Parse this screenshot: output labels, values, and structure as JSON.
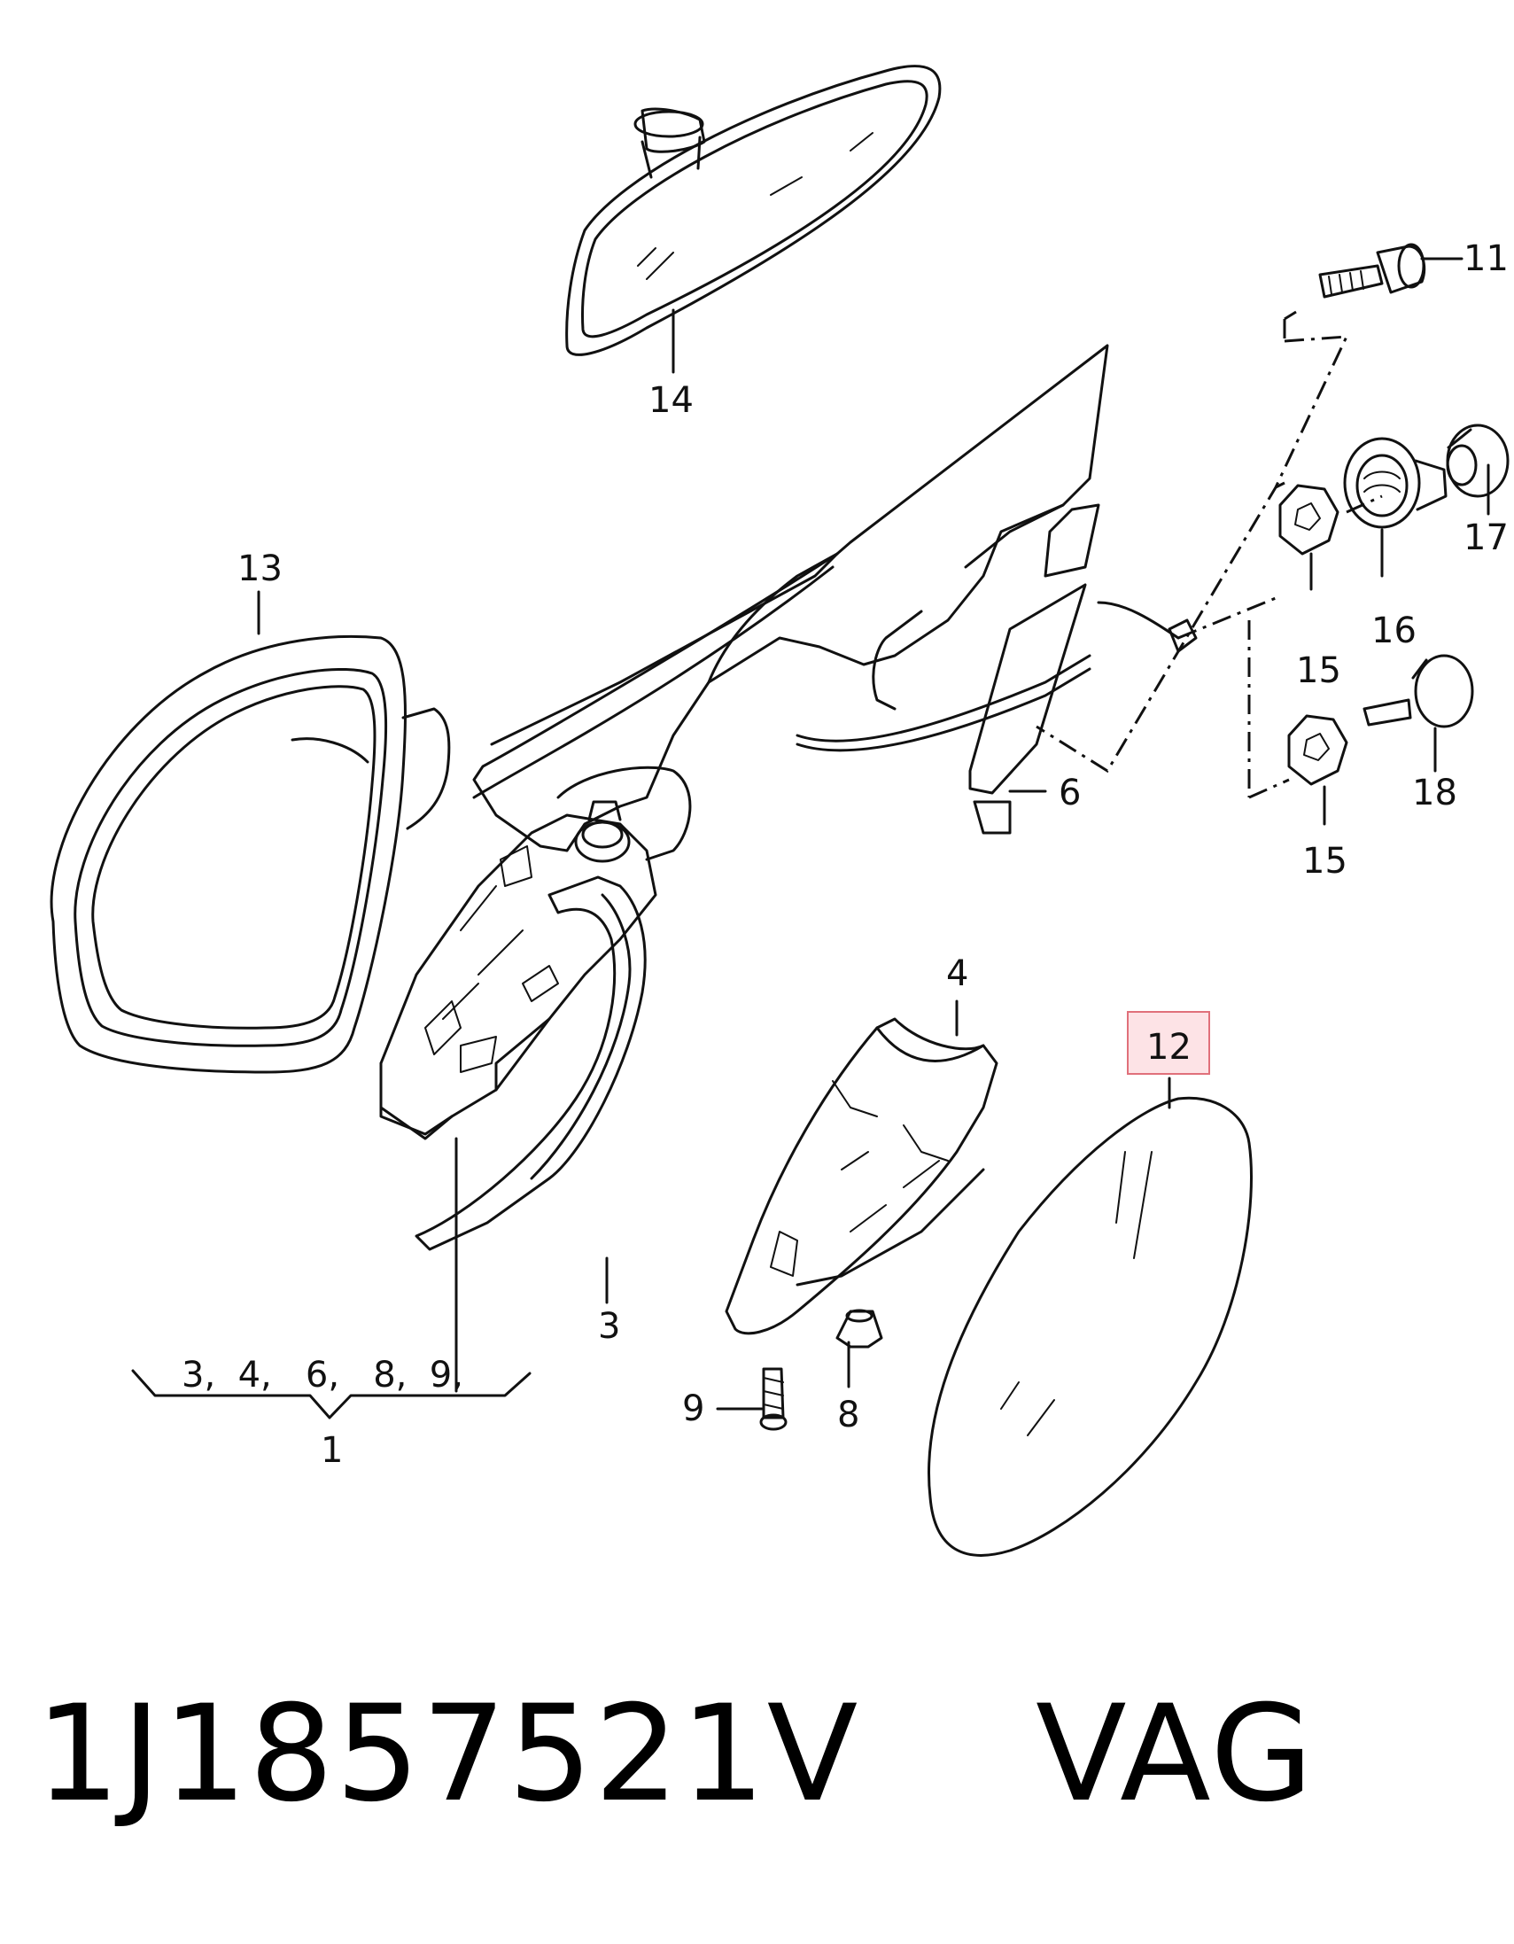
{
  "callouts": {
    "c1": "1",
    "c3": "3",
    "c4": "4",
    "c6": "6",
    "c8": "8",
    "c9": "9",
    "c11": "11",
    "c12": "12",
    "c13": "13",
    "c14": "14",
    "c15a": "15",
    "c15b": "15",
    "c16": "16",
    "c17": "17",
    "c18": "18",
    "group_list": "3,  4,   6,   8,  9,"
  },
  "title": "1J1857521V    VAG",
  "colors": {
    "highlight_fill": "#fde3e6",
    "highlight_border": "#e0707a"
  }
}
